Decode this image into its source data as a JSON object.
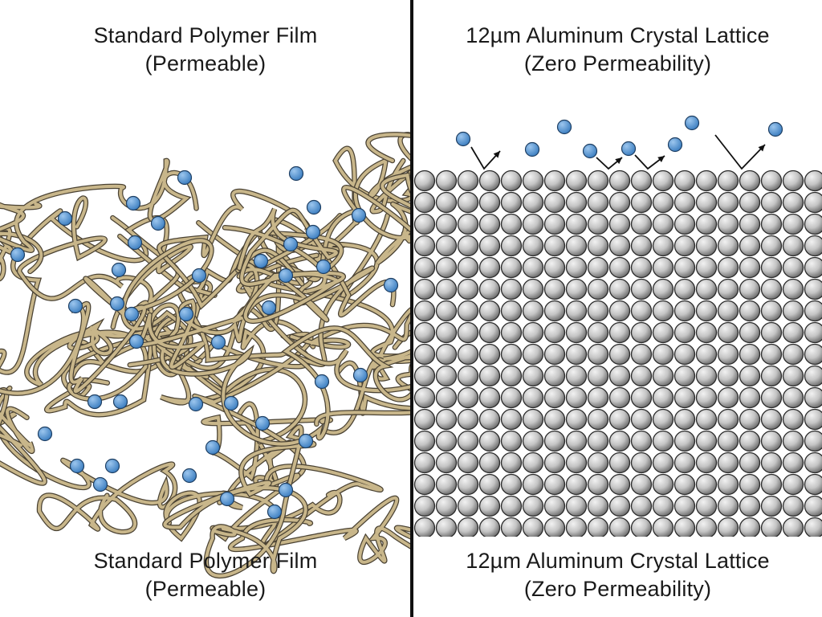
{
  "panels": {
    "left": {
      "title_line1": "Standard Polymer Film",
      "title_line2": "(Permeable)",
      "caption_line1": "Standard Polymer Film",
      "caption_line2": "(Permeable)"
    },
    "right": {
      "title_line1": "12µm Aluminum Crystal Lattice",
      "title_line2": "(Zero Permeability)",
      "caption_line1": "12µm Aluminum Crystal Lattice",
      "caption_line2": "(Zero Permeability)"
    }
  },
  "colors": {
    "molecule": "#3d7fc1",
    "molecule_highlight": "#9cc6ee",
    "polymer_strand": "#c8b68a",
    "polymer_outline": "#4a4233",
    "atom_fill": "#a9a9a9",
    "atom_highlight": "#f2f2f2",
    "atom_outline": "#2a2a2a",
    "divider": "#111111",
    "background": "#ffffff"
  },
  "icons": {
    "molecule": "gas-molecule-icon",
    "bounce_arrow": "bounce-arrow-icon"
  }
}
